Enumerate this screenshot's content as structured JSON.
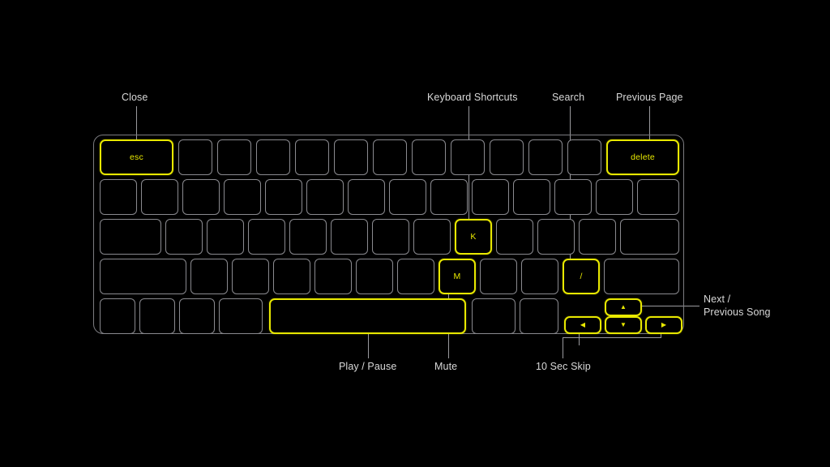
{
  "scene": {
    "title": "Keyboard Shortcuts Diagram",
    "background_color": "#000000",
    "highlight_color": "#e8e800",
    "key_outline_color": "#8a8a8f",
    "label_color": "#d8d8d8",
    "leader_color": "#9a9a9e"
  },
  "callouts": {
    "close": "Close",
    "keyboard_shortcuts": "Keyboard Shortcuts",
    "search": "Search",
    "previous_page": "Previous Page",
    "next_previous_song": "Next /\nPrevious Song",
    "play_pause": "Play / Pause",
    "mute": "Mute",
    "ten_sec_skip": "10 Sec Skip"
  },
  "keys": {
    "esc": "esc",
    "delete": "delete",
    "k": "K",
    "m": "M",
    "slash": "/",
    "space": "",
    "arrow_up": "▲",
    "arrow_down": "▼",
    "arrow_left": "◀",
    "arrow_right": "▶"
  },
  "highlighted_keys": [
    {
      "key": "esc",
      "label": "esc",
      "action": "Close"
    },
    {
      "key": "delete",
      "label": "delete",
      "action": "Previous Page"
    },
    {
      "key": "K",
      "label": "K",
      "action": "Keyboard Shortcuts"
    },
    {
      "key": "slash",
      "label": "/",
      "action": "Search"
    },
    {
      "key": "M",
      "label": "M",
      "action": "Mute"
    },
    {
      "key": "space",
      "label": "",
      "action": "Play / Pause"
    },
    {
      "key": "arrow-left",
      "label": "◀",
      "action": "10 Sec Skip"
    },
    {
      "key": "arrow-right",
      "label": "▶",
      "action": "10 Sec Skip"
    },
    {
      "key": "arrow-up",
      "label": "▲",
      "action": "Next / Previous Song"
    },
    {
      "key": "arrow-down",
      "label": "▼",
      "action": "Next / Previous Song"
    }
  ]
}
